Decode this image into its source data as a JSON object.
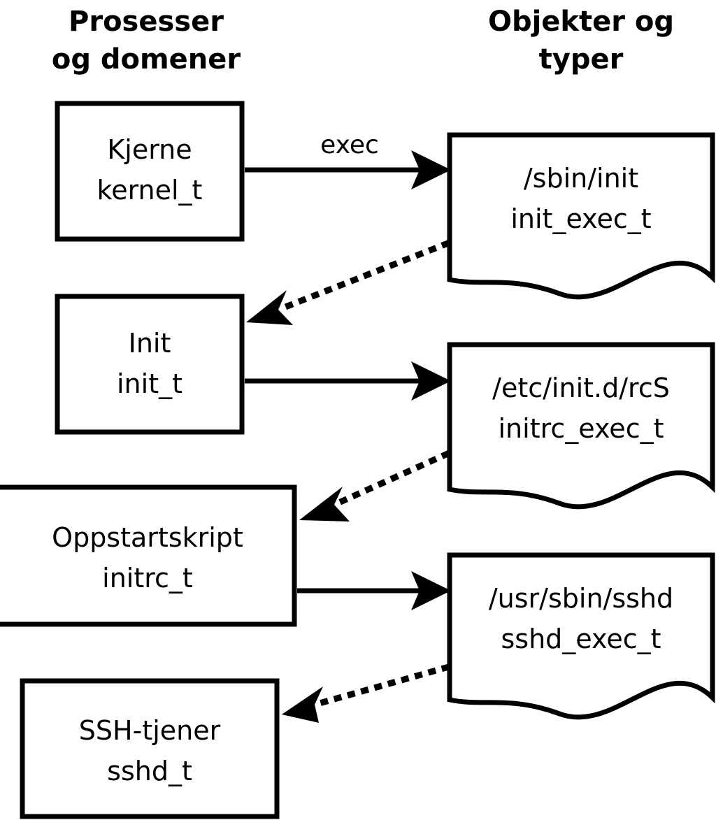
{
  "diagram": {
    "title_columns": [
      {
        "id": "processes",
        "line1": "Prosesser",
        "line2": "og domener"
      },
      {
        "id": "objects",
        "line1": "Objekter og",
        "line2": "typer"
      }
    ],
    "colors": {
      "background": "#ffffff",
      "stroke": "#000000",
      "fill": "#ffffff"
    },
    "process_nodes": [
      {
        "id": "kernel",
        "name": "Kjerne",
        "type": "kernel_t"
      },
      {
        "id": "init",
        "name": "Init",
        "type": "init_t"
      },
      {
        "id": "initrc",
        "name": "Oppstartskript",
        "type": "initrc_t"
      },
      {
        "id": "sshd",
        "name": "SSH-tjener",
        "type": "sshd_t"
      }
    ],
    "object_nodes": [
      {
        "id": "sbin-init",
        "path": "/sbin/init",
        "type": "init_exec_t"
      },
      {
        "id": "etc-rcs",
        "path": "/etc/init.d/rcS",
        "type": "initrc_exec_t"
      },
      {
        "id": "usr-sshd",
        "path": "/usr/sbin/sshd",
        "type": "sshd_exec_t"
      }
    ],
    "edges": [
      {
        "id": "kernel-exec-init",
        "label": "exec",
        "style": "solid",
        "from": "kernel",
        "to": "sbin-init"
      },
      {
        "id": "initexec-transition-init",
        "label": "",
        "style": "dotted",
        "from": "sbin-init",
        "to": "init"
      },
      {
        "id": "init-exec-rcs",
        "label": "",
        "style": "solid",
        "from": "init",
        "to": "etc-rcs"
      },
      {
        "id": "rcsexec-transition-initrc",
        "label": "",
        "style": "dotted",
        "from": "etc-rcs",
        "to": "initrc"
      },
      {
        "id": "initrc-exec-sshd",
        "label": "",
        "style": "solid",
        "from": "initrc",
        "to": "usr-sshd"
      },
      {
        "id": "sshdexec-transition-sshd",
        "label": "",
        "style": "dotted",
        "from": "usr-sshd",
        "to": "sshd"
      }
    ]
  }
}
